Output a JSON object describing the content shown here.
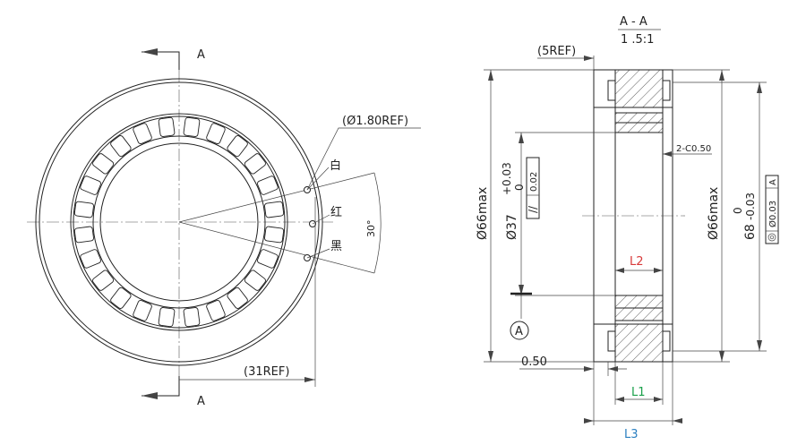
{
  "front_view": {
    "section_letter_top": "A",
    "section_letter_bottom": "A",
    "wire_dia": "(Ø1.80REF)",
    "wire_white": "白",
    "wire_red": "红",
    "wire_black": "黑",
    "angle": "30°",
    "width_ref": "(31REF)"
  },
  "section_view": {
    "title": "A - A",
    "scale": "1 .5:1",
    "ref_5": "(5REF)",
    "od_left": "Ø66max",
    "id_tol": "+0.03",
    "id_tol_lower": "0",
    "id_dia": "Ø37",
    "flatness_val": "0.02",
    "chamfer": "2-C0.50",
    "od_right": "Ø66max",
    "od_68": "68",
    "od_68_upper": "0",
    "od_68_lower": "-0.03",
    "conc_val": "Ø0.03",
    "datum": "A",
    "datum_ref": "A",
    "offset": "0.50",
    "l1": "L1",
    "l2": "L2",
    "l3": "L3"
  },
  "colors": {
    "l1": "#1aa04a",
    "l2": "#d83a3a",
    "l3": "#2a7fc0"
  }
}
